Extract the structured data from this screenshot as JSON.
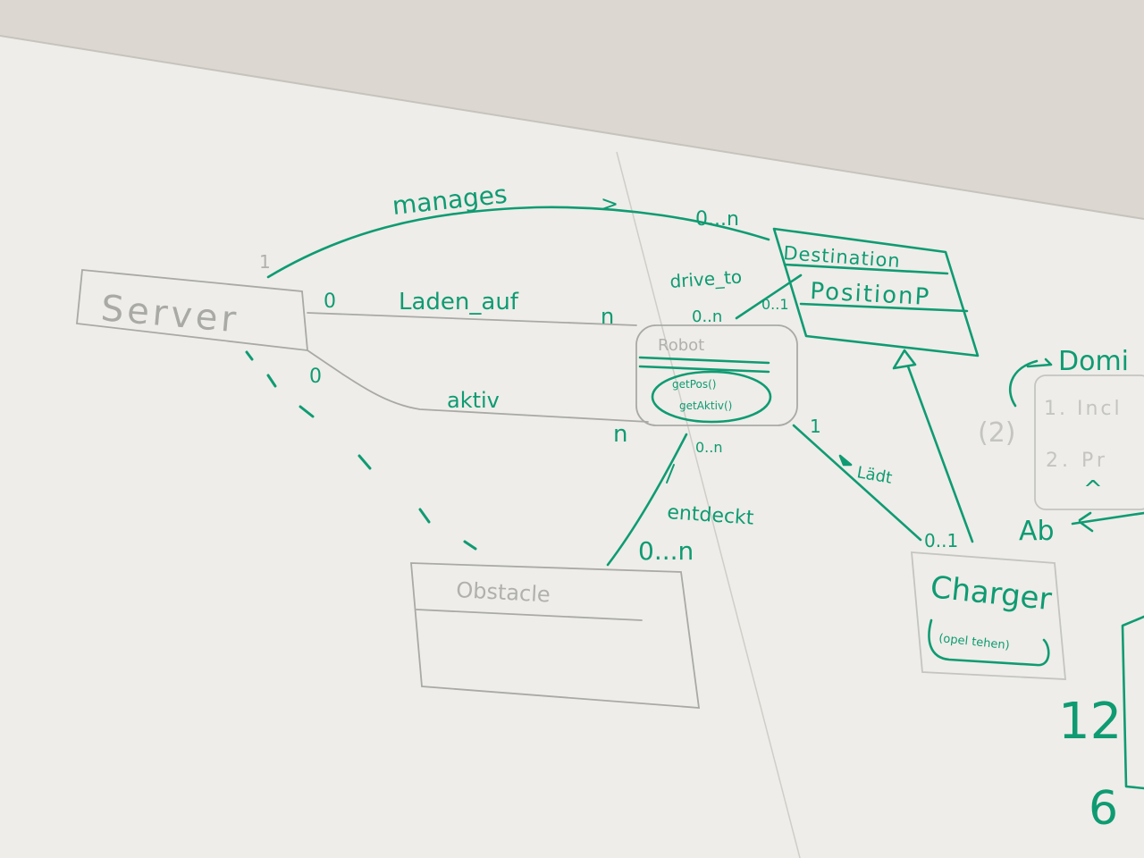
{
  "colors": {
    "marker": "#0f9b72",
    "pencil": "#a9a9a5",
    "board": "#eeede9",
    "wall": "#dedad3",
    "seam": "#c9c8c2"
  },
  "classes": {
    "server": {
      "name": "Server"
    },
    "robot": {
      "name": "Robot",
      "methods": [
        "getPos()",
        "getAktiv()"
      ]
    },
    "destination": {
      "name": "Destination",
      "attribute": "PositionP"
    },
    "obstacle": {
      "name": "Obstacle"
    },
    "charger": {
      "name": "Charger",
      "note": "(opel tehen)"
    }
  },
  "associations": {
    "manages": {
      "label": "manages",
      "arrow": ">",
      "source_mult": "1",
      "target_mult": "0...n"
    },
    "laden_auf": {
      "label": "Laden_auf",
      "source_mult": "0",
      "target_mult": "n"
    },
    "aktiv": {
      "label": "aktiv",
      "target_mult": "n"
    },
    "drive_to": {
      "label": "drive_to",
      "source_mult": "0..n",
      "target_mult": "0..1"
    },
    "server_obstacle": {
      "source_mult": "0"
    },
    "entdeckt": {
      "label": "entdeckt",
      "source_mult": "0..n",
      "target_mult": "0...n"
    },
    "laedt": {
      "label": "Lädt",
      "source_mult": "1",
      "target_mult": "0..1"
    }
  },
  "side_notes": {
    "title": "Domi",
    "num_marker": "(2)",
    "items": [
      "1. Incl",
      "2. Pr"
    ],
    "caret": "^",
    "ab_label": "Ab",
    "numbers": [
      "12",
      "6"
    ]
  }
}
